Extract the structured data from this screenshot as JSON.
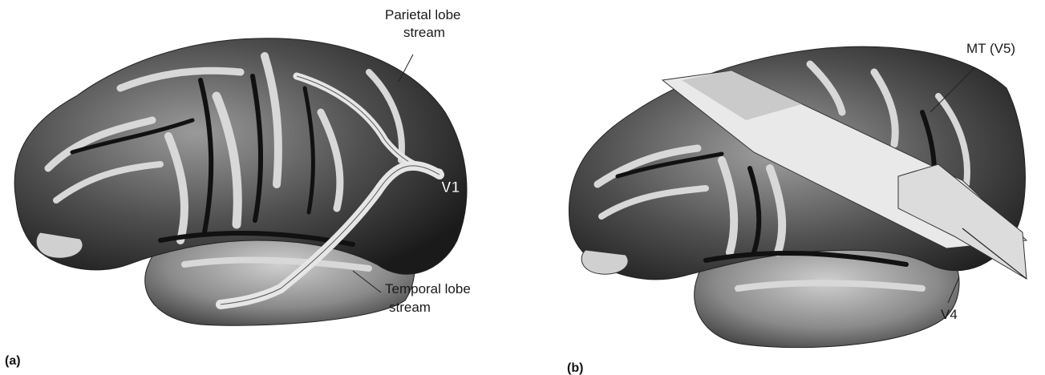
{
  "panels": {
    "a": {
      "tag": "(a)",
      "labels": {
        "parietal_line1": "Parietal lobe",
        "parietal_line2": "stream",
        "temporal_line1": "Temporal lobe",
        "temporal_line2": "stream",
        "v1": "V1"
      }
    },
    "b": {
      "tag": "(b)",
      "labels": {
        "mt": "MT (V5)",
        "v4": "V4"
      }
    }
  },
  "colors": {
    "brain_dark": "#1c1c1c",
    "brain_mid": "#6e6e6e",
    "brain_light": "#d6d6d6",
    "stream_band": "#e6e6e6",
    "slab": "#e9e9e9"
  }
}
